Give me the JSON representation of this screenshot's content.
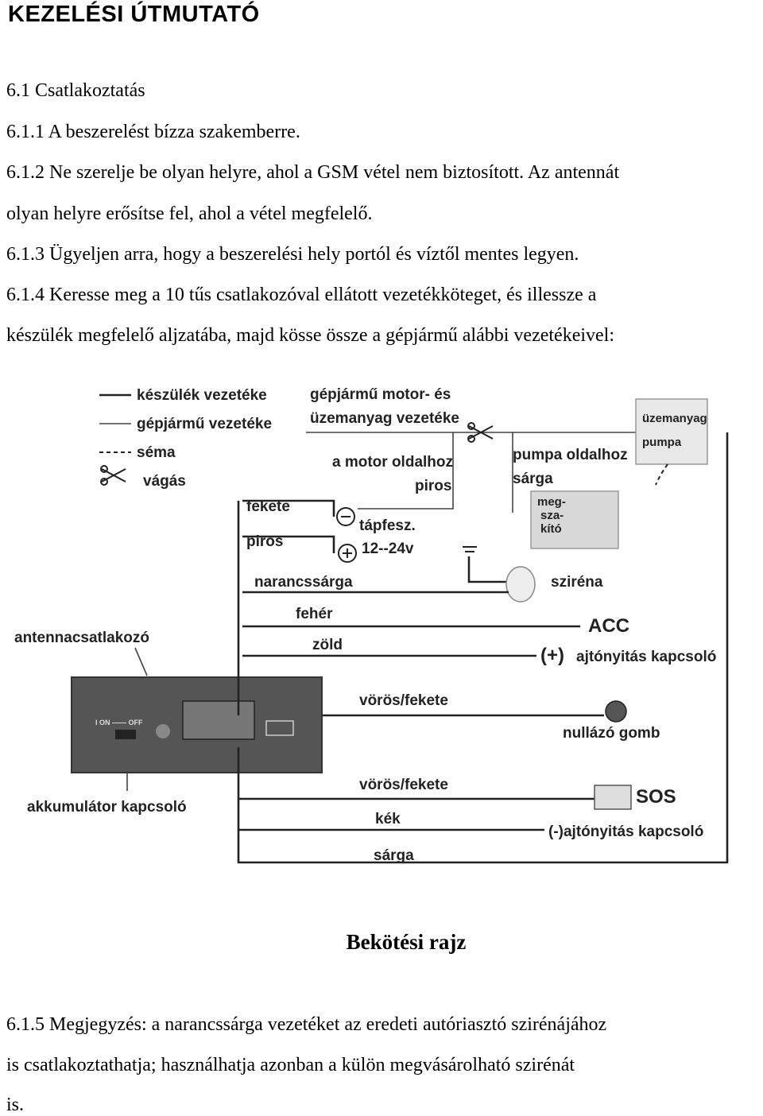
{
  "heading": "KEZELÉSI ÚTMUTATÓ",
  "paragraphs": {
    "p1": "6.1 Csatlakoztatás",
    "p2": "6.1.1 A beszerelést bízza szakemberre.",
    "p3a": "6.1.2 Ne szerelje be olyan helyre, ahol a GSM vétel nem biztosított. Az antennát",
    "p3b": "olyan helyre erősítse fel, ahol a vétel megfelelő.",
    "p4": "6.1.3 Ügyeljen arra, hogy a beszerelési hely portól és víztől mentes legyen.",
    "p5a": "6.1.4 Keresse meg a 10 tűs csatlakozóval ellátott vezetékköteget, és illessze a",
    "p5b": "készülék megfelelő aljzatába, majd kösse össze a gépjármű alábbi vezetékeivel:"
  },
  "diagram": {
    "legend": {
      "device_wire": "készülék vezetéke",
      "vehicle_wire": "gépjármű vezetéke",
      "schema": "séma",
      "cut": "vágás"
    },
    "labels": {
      "engine_fuel_1": "gépjármű  motor-  és",
      "engine_fuel_2": "üzemanyag vezetéke",
      "fuel_pump_1": "üzemanyag",
      "fuel_pump_2": "pumpa",
      "motor_side": "a motor oldalhoz",
      "red_top": "piros",
      "pump_side": "pumpa oldalhoz",
      "yellow_top": "sárga",
      "breaker_1": "meg-",
      "breaker_2": "sza-",
      "breaker_3": "kító",
      "black": "fekete",
      "red": "piros",
      "supply_1": "tápfesz.",
      "supply_2": "12--24v",
      "orange": "narancssárga",
      "siren": "sziréna",
      "white": "fehér",
      "acc": "ACC",
      "antenna": "antennacsatlakozó",
      "green": "zöld",
      "plus": "(+)",
      "door_plus": "ajtónyitás kapcsoló",
      "red_black_1": "vörös/fekete",
      "reset": "nullázó gomb",
      "on_off": "I ON —— OFF",
      "battery_switch": "akkumulátor kapcsoló",
      "red_black_2": "vörös/fekete",
      "sos": "SOS",
      "blue": "kék",
      "door_minus": "(-)ajtónyitás kapcsoló",
      "yellow": "sárga"
    }
  },
  "caption": "Bekötési rajz",
  "note": {
    "line1": "6.1.5 Megjegyzés: a narancssárga vezetéket az eredeti autóriasztó szirénájához",
    "line2": "is csatlakoztathatja; használhatja azonban a külön megvásárolható szirénát",
    "line3": "is."
  }
}
